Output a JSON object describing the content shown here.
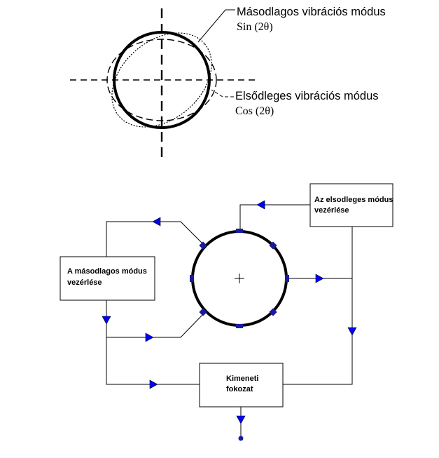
{
  "modes": {
    "secondary": {
      "title": "Másodlagos vibrációs módus",
      "formula": "Sin (2θ)"
    },
    "primary": {
      "title": "Elsődleges vibrációs módus",
      "formula": "Cos (2θ)"
    }
  },
  "blocks": {
    "primary_control": [
      "Az elsodleges módus",
      "vezérlése"
    ],
    "secondary_control": [
      "A másodlagos módus",
      "vezérlése"
    ],
    "output_stage": [
      "Kimeneti",
      "fokozat"
    ]
  },
  "colors": {
    "line": "#000000",
    "arrow": "#0000ff",
    "electrode": "#1a1aa0"
  }
}
